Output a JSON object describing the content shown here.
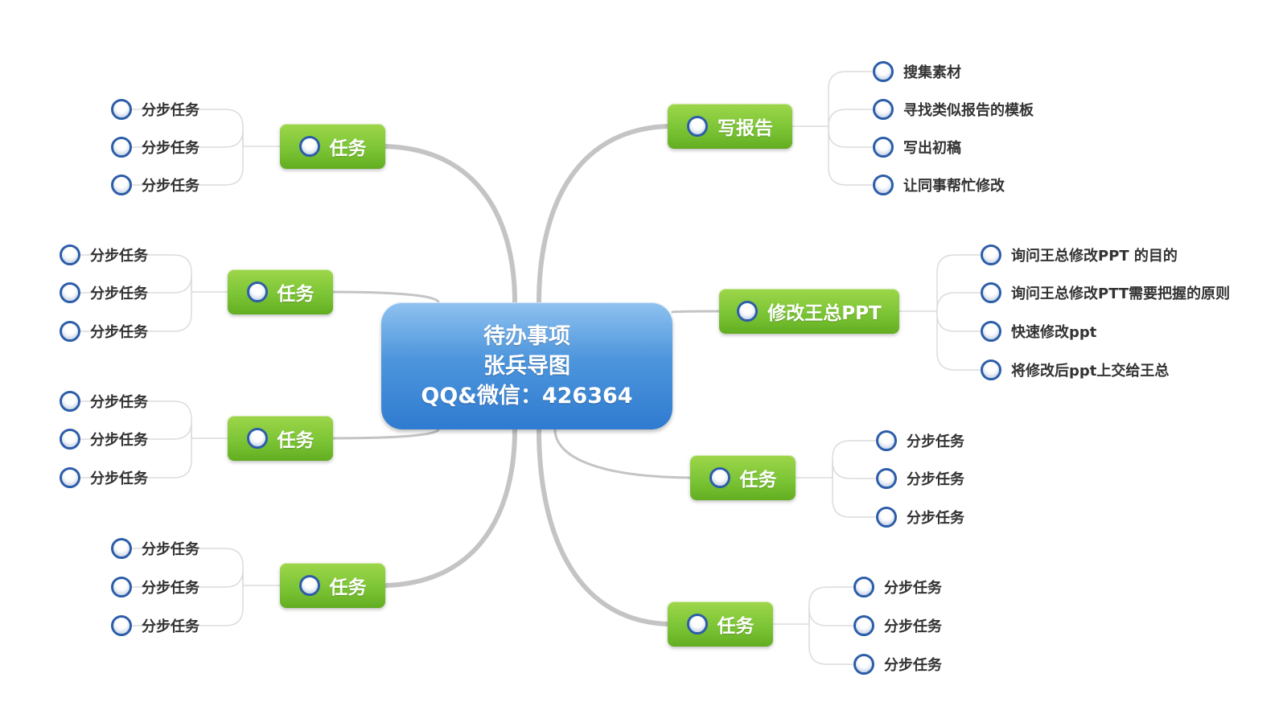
{
  "central": {
    "lines": [
      "待办事项",
      "张兵导图",
      "QQ&微信：426364"
    ]
  },
  "left_branches": [
    {
      "label": "任务",
      "children": [
        "分步任务",
        "分步任务",
        "分步任务"
      ]
    },
    {
      "label": "任务",
      "children": [
        "分步任务",
        "分步任务",
        "分步任务"
      ]
    },
    {
      "label": "任务",
      "children": [
        "分步任务",
        "分步任务",
        "分步任务"
      ]
    },
    {
      "label": "任务",
      "children": [
        "分步任务",
        "分步任务",
        "分步任务"
      ]
    }
  ],
  "right_branches": [
    {
      "label": "写报告",
      "children": [
        "搜集素材",
        "寻找类似报告的模板",
        "写出初稿",
        "让同事帮忙修改"
      ]
    },
    {
      "label": "修改王总PPT",
      "children": [
        "询问王总修改PPT 的目的",
        "询问王总修改PTT需要把握的原则",
        "快速修改ppt",
        "将修改后ppt上交给王总"
      ]
    },
    {
      "label": "任务",
      "children": [
        "分步任务",
        "分步任务",
        "分步任务"
      ]
    },
    {
      "label": "任务",
      "children": [
        "分步任务",
        "分步任务",
        "分步任务"
      ]
    }
  ],
  "colors": {
    "central_fill": "#4d95dc",
    "topic_fill": "#7cc536",
    "bullet_ring": "#2c5da8",
    "main_link": "#c4c4c4",
    "sub_link": "#dcdcdc"
  }
}
